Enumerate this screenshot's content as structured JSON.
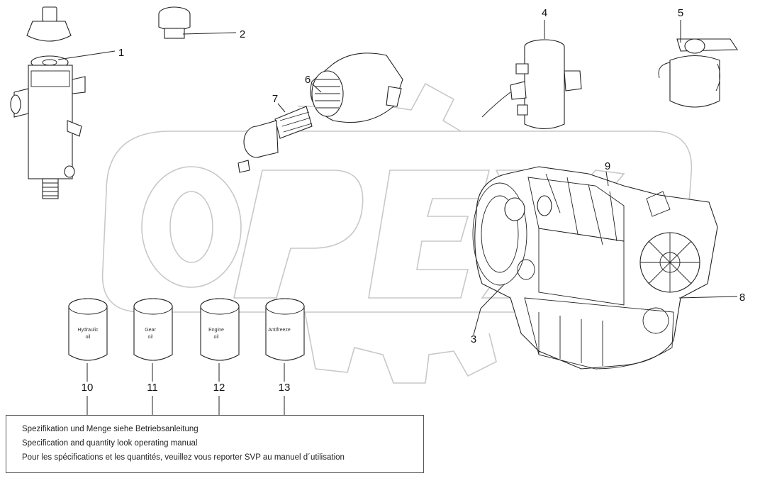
{
  "watermark": {
    "text": "OPEX",
    "color": "#c8c8c8"
  },
  "callouts": {
    "c1": "1",
    "c2": "2",
    "c3": "3",
    "c4": "4",
    "c5": "5",
    "c6": "6",
    "c7": "7",
    "c8": "8",
    "c9": "9",
    "c10": "10",
    "c11": "11",
    "c12": "12",
    "c13": "13"
  },
  "cans": [
    {
      "label_line1": "Hydraulic",
      "label_line2": "oil"
    },
    {
      "label_line1": "Gear",
      "label_line2": "oil"
    },
    {
      "label_line1": "Engine",
      "label_line2": "oil"
    },
    {
      "label_line1": "Antifreeze",
      "label_line2": ""
    }
  ],
  "note": {
    "line_de": "Spezifikation und Menge siehe Betriebsanleitung",
    "line_en": "Specification and quantity look operating manual",
    "line_fr": "Pour les spécifications et les quantités, veuillez vous reporter SVP au manuel d´utilisation"
  }
}
